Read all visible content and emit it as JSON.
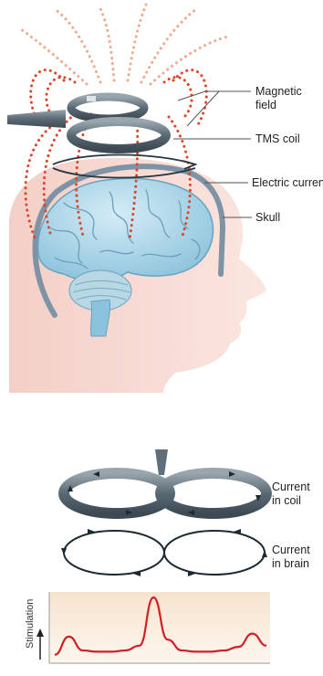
{
  "top_labels": {
    "magnetic_field_line1": "Magnetic",
    "magnetic_field_line2": "field",
    "tms_coil": "TMS coil",
    "electric_current": "Electric current",
    "skull": "Skull"
  },
  "bottom_labels": {
    "current_in_coil_line1": "Current",
    "current_in_coil_line2": "in coil",
    "current_in_brain_line1": "Current",
    "current_in_brain_line2": "in brain"
  },
  "chart_data": {
    "type": "line",
    "title": "",
    "xlabel": "",
    "ylabel": "Stimulation",
    "series": [
      {
        "values": [
          0.05,
          0.35,
          0.12,
          0.1,
          0.1,
          0.12,
          0.2,
          1.0,
          0.3,
          0.12,
          0.1,
          0.1,
          0.12,
          0.18,
          0.4,
          0.2
        ]
      }
    ]
  },
  "colors": {
    "field_dots": "#d9472b",
    "skin": "#f8ddd6",
    "brain": "#a9d4e8",
    "coil": "#5e6e7a",
    "curve": "#d21f26",
    "plot_bg": "#fbefe2"
  }
}
